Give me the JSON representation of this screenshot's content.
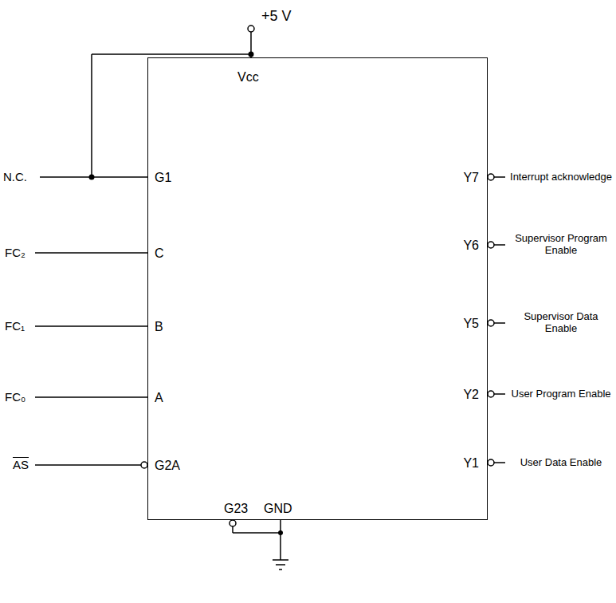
{
  "diagram": {
    "nodes": [
      {
        "text": [
          "Vcc",
          "G1",
          "C",
          "B",
          "A",
          "G2A",
          "Y7",
          "Y6",
          "Y5",
          "Y2",
          "Y1",
          "G23",
          "GND"
        ]
      }
    ],
    "labels": [
      "+5 V",
      "N.C.",
      "FC₂",
      "FC₁",
      "FC₀",
      "AS",
      "Interrupt acknowledge",
      "Supervisor Program Enable",
      "Supervisor Data Enable",
      "User Program Enable",
      "User Data Enable"
    ]
  }
}
